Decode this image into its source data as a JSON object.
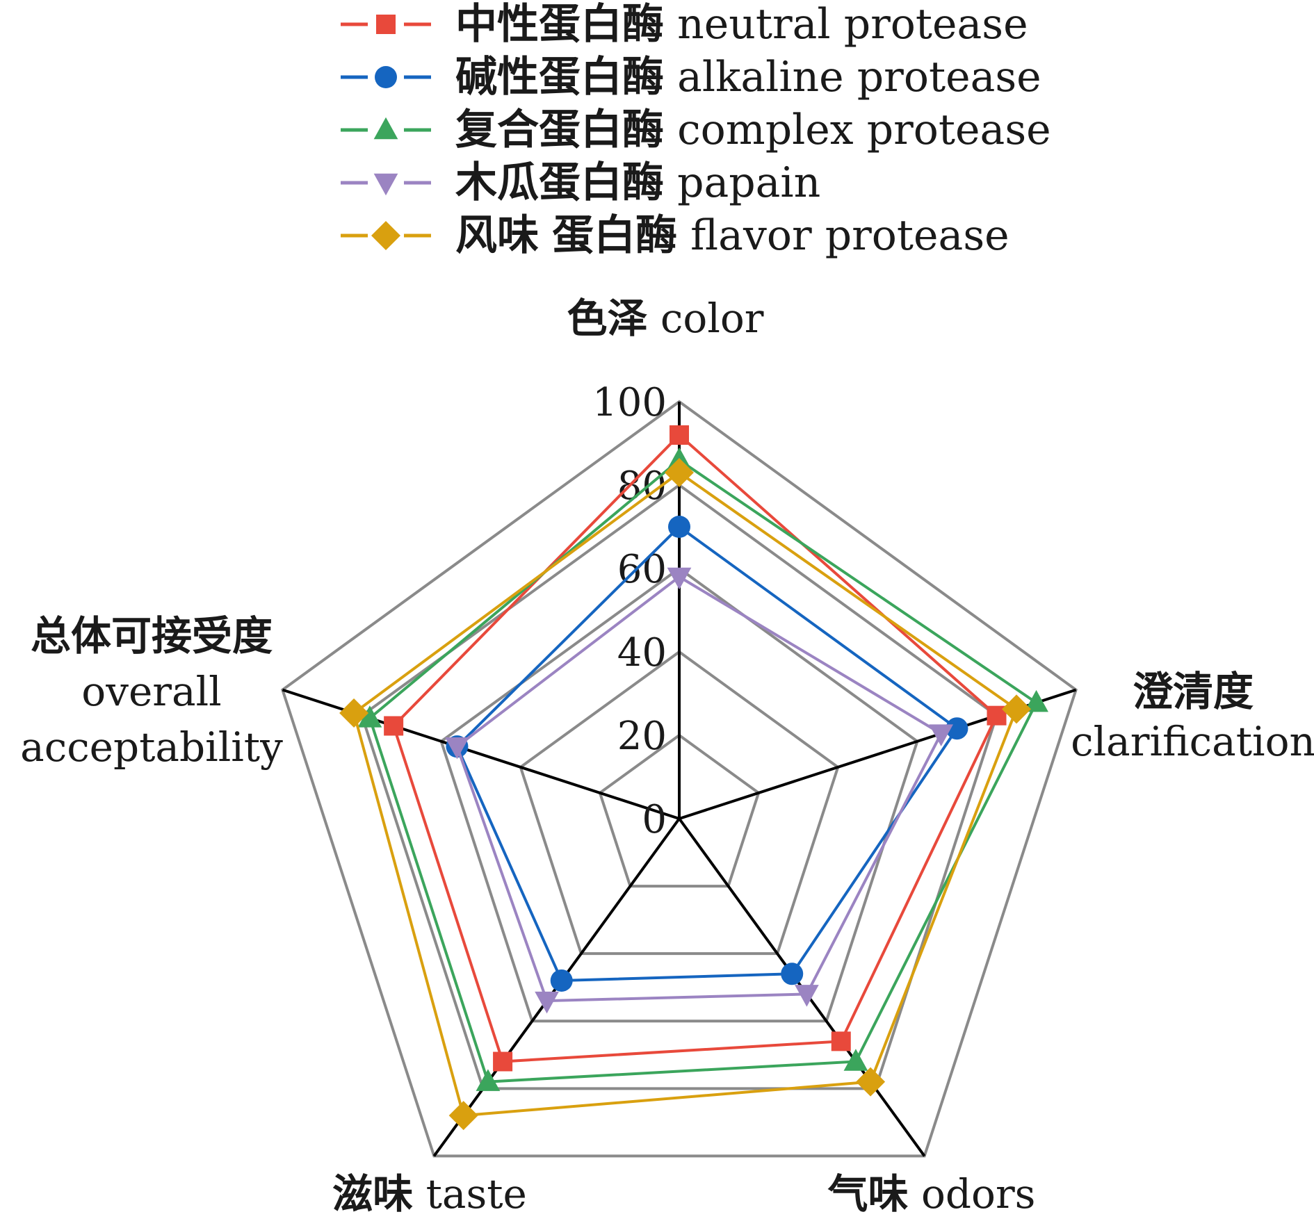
{
  "chart_data": {
    "type": "radar",
    "axes": [
      {
        "key": "color",
        "lines": [
          "色泽 color"
        ]
      },
      {
        "key": "clarification",
        "lines": [
          "澄清度",
          "clarification"
        ]
      },
      {
        "key": "odors",
        "lines": [
          "气味 odors"
        ]
      },
      {
        "key": "taste",
        "lines": [
          "滋味 taste"
        ]
      },
      {
        "key": "overall",
        "lines": [
          "总体可接受度",
          "overall",
          "acceptability"
        ]
      }
    ],
    "r_range": [
      0,
      100
    ],
    "ticks": [
      0,
      20,
      40,
      60,
      80,
      100
    ],
    "tick_labels": [
      "0",
      "20",
      "40",
      "60",
      "80",
      "100"
    ],
    "legend_position": "top",
    "series": [
      {
        "name": "中性蛋白酶 neutral protease",
        "color": "#e8493b",
        "marker": "square",
        "values": [
          92,
          80,
          66,
          72,
          72
        ]
      },
      {
        "name": "碱性蛋白酶 alkaline protease",
        "color": "#1565c0",
        "marker": "circle",
        "values": [
          70,
          70,
          46,
          48,
          56
        ]
      },
      {
        "name": "复合蛋白酶 complex protease",
        "color": "#3ba55c",
        "marker": "triangle-up",
        "values": [
          86,
          90,
          72,
          78,
          78
        ]
      },
      {
        "name": "木瓜蛋白酶 papain",
        "color": "#9b84c2",
        "marker": "triangle-down",
        "values": [
          58,
          66,
          52,
          54,
          56
        ]
      },
      {
        "name": "风味 蛋白酶 flavor protease",
        "color": "#d9a00f",
        "marker": "diamond",
        "values": [
          83,
          85,
          78,
          88,
          82
        ]
      }
    ]
  }
}
